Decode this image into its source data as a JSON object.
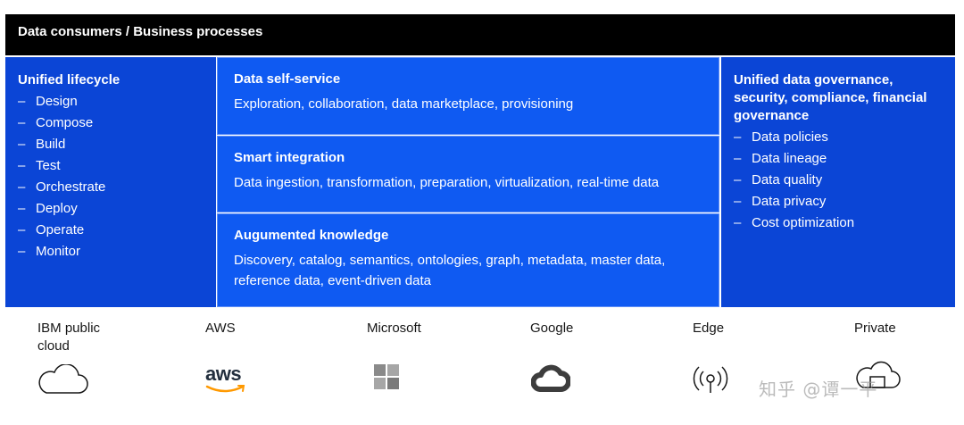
{
  "header": {
    "title": "Data consumers / Business processes"
  },
  "lifecycle": {
    "title": "Unified lifecycle",
    "items": [
      "Design",
      "Compose",
      "Build",
      "Test",
      "Orchestrate",
      "Deploy",
      "Operate",
      "Monitor"
    ]
  },
  "middle": [
    {
      "title": "Data self-service",
      "text": "Exploration, collaboration, data marketplace, provisioning"
    },
    {
      "title": "Smart integration",
      "text": "Data ingestion, transformation, preparation, virtualization, real-time data"
    },
    {
      "title": "Augumented knowledge",
      "text": "Discovery, catalog, semantics, ontologies, graph, metadata, master data, reference data, event-driven data"
    }
  ],
  "governance": {
    "title": "Unified data governance, security, compliance, financial governance",
    "items": [
      "Data policies",
      "Data lineage",
      "Data quality",
      "Data privacy",
      "Cost optimization"
    ]
  },
  "platforms": [
    {
      "label": "IBM public cloud",
      "icon": "cloud-outline-icon"
    },
    {
      "label": "AWS",
      "icon": "aws-logo-icon",
      "logo_text": "aws"
    },
    {
      "label": "Microsoft",
      "icon": "microsoft-logo-icon"
    },
    {
      "label": "Google",
      "icon": "google-cloud-logo-icon"
    },
    {
      "label": "Edge",
      "icon": "edge-antenna-icon"
    },
    {
      "label": "Private",
      "icon": "private-cloud-icon"
    }
  ],
  "watermark": "知乎 @谭一平",
  "colors": {
    "header_bg": "#000000",
    "panel_blue": "#0b45d6",
    "panel_blue_light": "#0f5af2"
  }
}
